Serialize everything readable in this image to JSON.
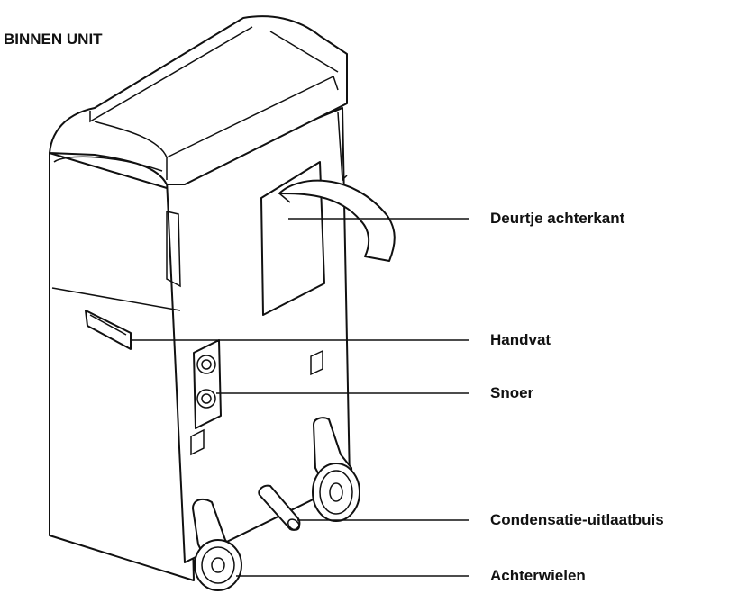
{
  "title": "BINNEN UNIT",
  "labels": {
    "rear_door": "Deurtje achterkant",
    "handle": "Handvat",
    "cord": "Snoer",
    "drain": "Condensatie-uitlaatbuis",
    "wheels": "Achterwielen"
  }
}
